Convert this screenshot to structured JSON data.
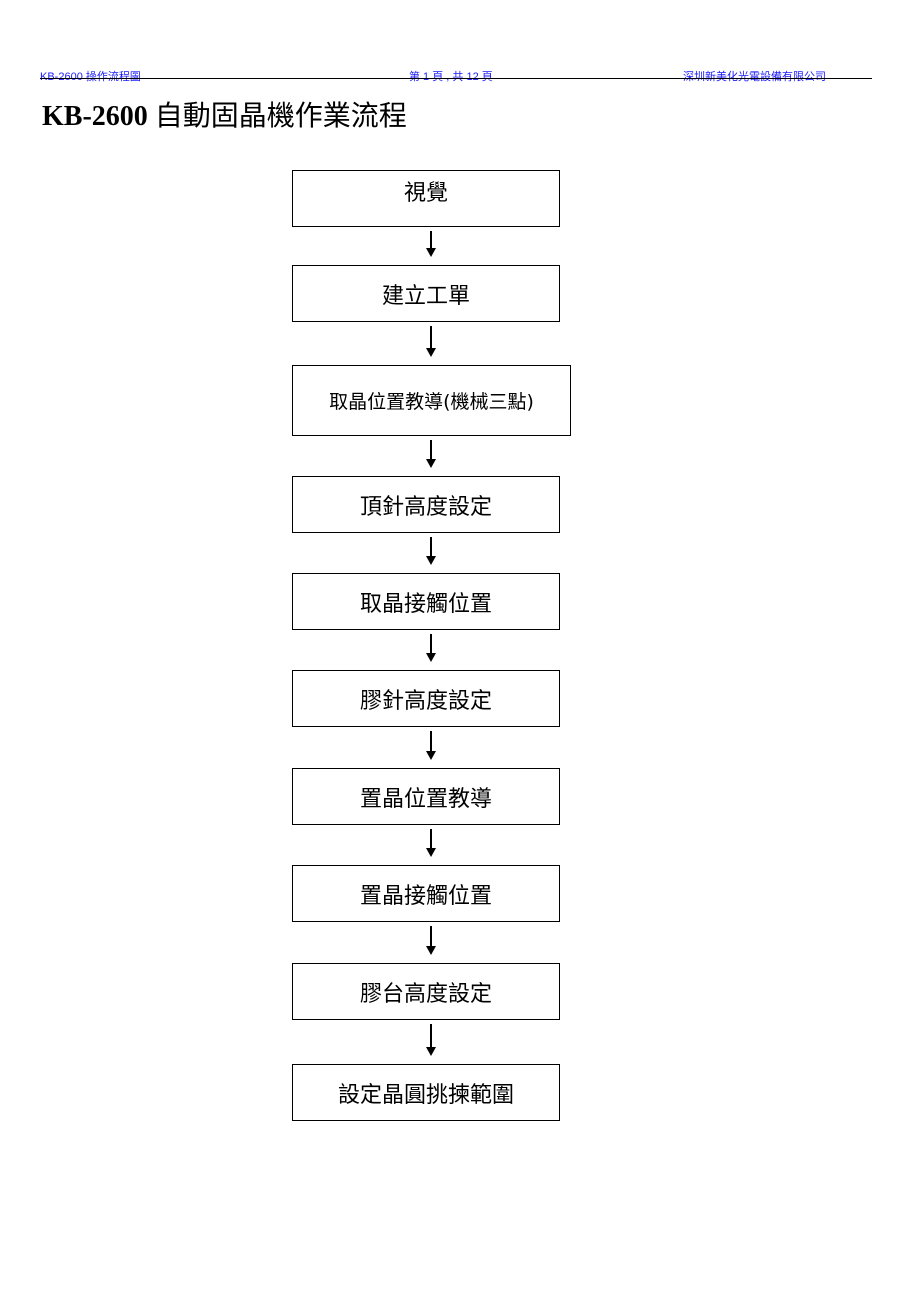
{
  "header": {
    "doc_name": "KB-2600 操作流程圖",
    "page_info": "第  1  頁 , 共  12  頁",
    "company": "深圳新美化光電設備有限公司"
  },
  "title": {
    "model": "KB-2600",
    "text": "自動固晶機作業流程"
  },
  "steps": [
    "視覺",
    "建立工單",
    "取晶位置教導(機械三點)",
    "頂針高度設定",
    "取晶接觸位置",
    "膠針高度設定",
    "置晶位置教導",
    "置晶接觸位置",
    "膠台高度設定",
    "設定晶圓挑揀範圍"
  ]
}
